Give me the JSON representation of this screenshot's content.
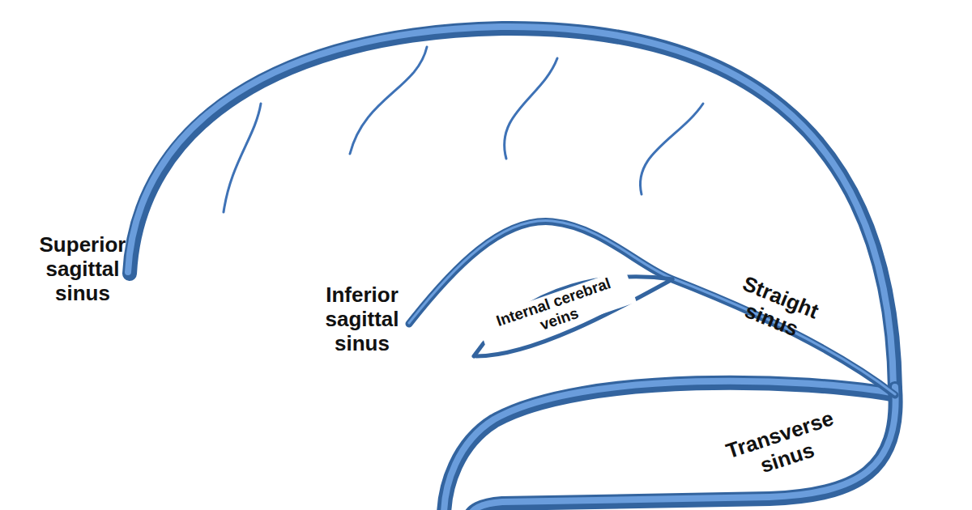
{
  "diagram": {
    "labels": [
      "Superior sagittal sinus",
      "Inferior sagittal sinus",
      "Internal cerebral veins",
      "Straight sinus",
      "Transverse sinus"
    ]
  }
}
